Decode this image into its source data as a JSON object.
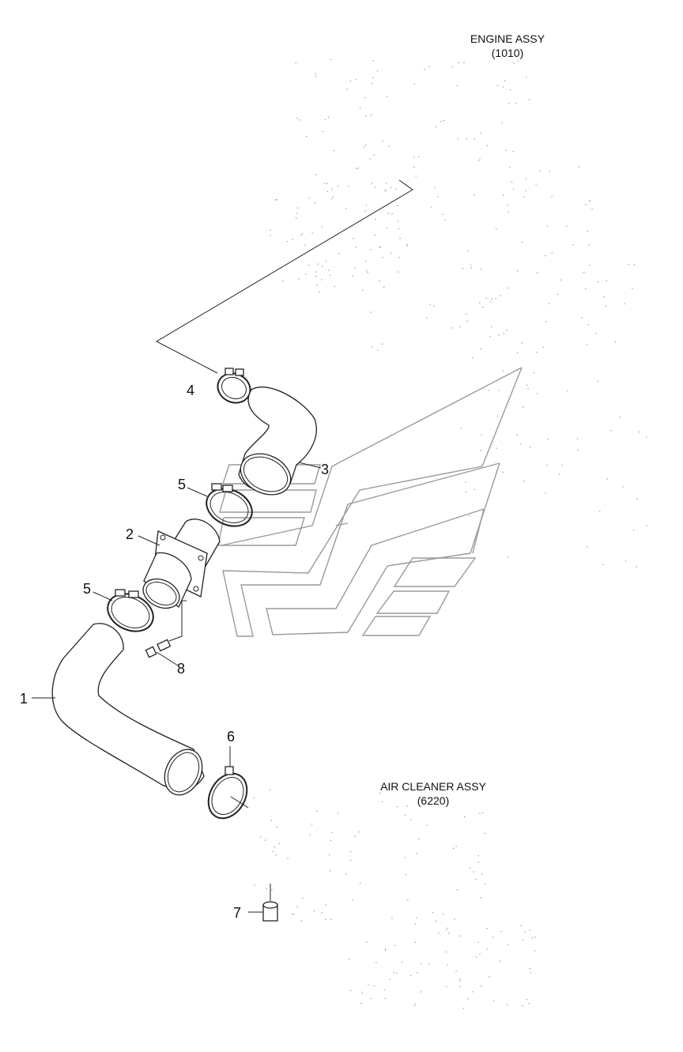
{
  "labels": {
    "engine_assy_name": "ENGINE ASSY",
    "engine_assy_code": "(1010)",
    "air_cleaner_assy_name": "AIR CLEANER ASSY",
    "air_cleaner_assy_code": "(6220)"
  },
  "callouts": [
    {
      "id": "1",
      "text": "1"
    },
    {
      "id": "2",
      "text": "2"
    },
    {
      "id": "3",
      "text": "3"
    },
    {
      "id": "4",
      "text": "4"
    },
    {
      "id": "5a",
      "text": "5"
    },
    {
      "id": "5b",
      "text": "5"
    },
    {
      "id": "6",
      "text": "6"
    },
    {
      "id": "7",
      "text": "7"
    },
    {
      "id": "8",
      "text": "8"
    }
  ]
}
